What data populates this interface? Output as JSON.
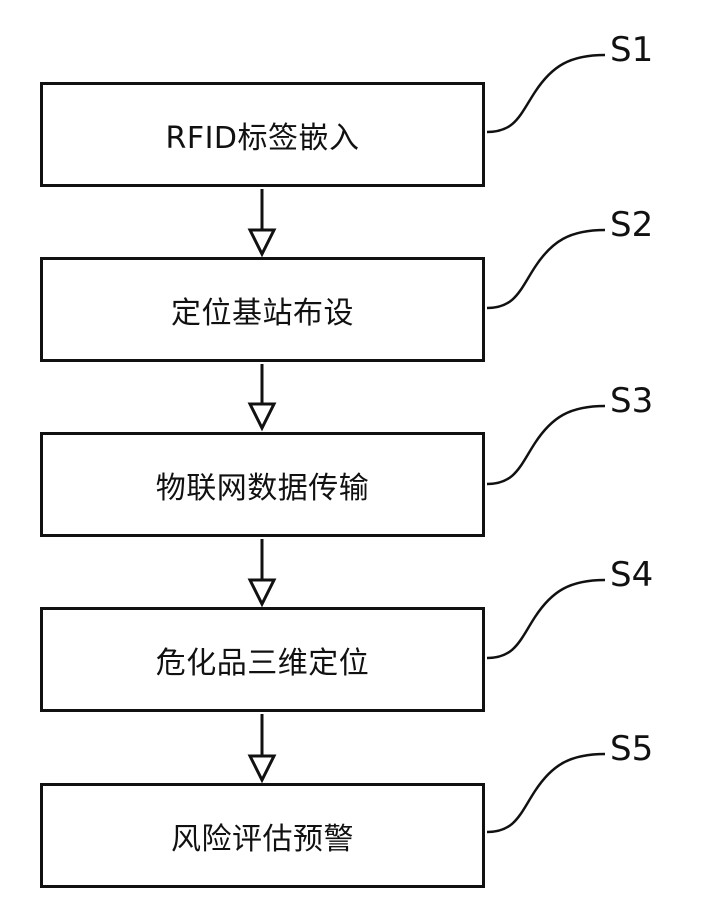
{
  "steps": [
    {
      "id": "S1",
      "text": "RFID标签嵌入"
    },
    {
      "id": "S2",
      "text": "定位基站布设"
    },
    {
      "id": "S3",
      "text": "物联网数据传输"
    },
    {
      "id": "S4",
      "text": "危化品三维定位"
    },
    {
      "id": "S5",
      "text": "风险评估预警"
    }
  ]
}
